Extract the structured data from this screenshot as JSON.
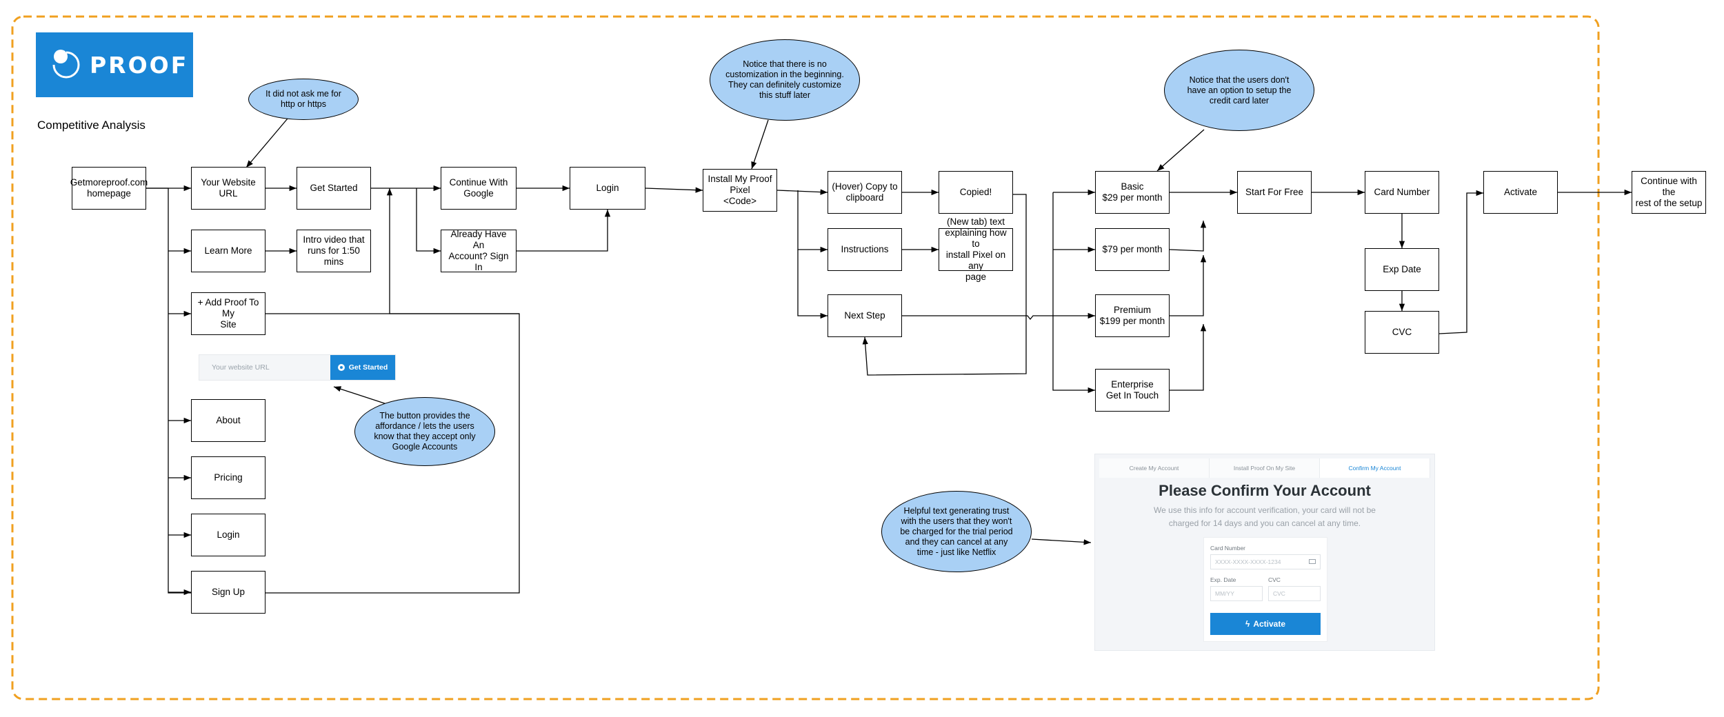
{
  "logo": {
    "text": "PROOF",
    "color": "#1a86d6"
  },
  "title": "Competitive Analysis",
  "nodes": {
    "homepage": "Getmoreproof.com\nhomepage",
    "website_url": "Your Website URL",
    "get_started": "Get Started",
    "learn_more": "Learn More",
    "intro_video": "Intro video that\nruns for 1:50 mins",
    "add_proof": "+ Add Proof To My\nSite",
    "about": "About",
    "pricing": "Pricing",
    "login_nav": "Login",
    "sign_up": "Sign Up",
    "continue_google": "Continue With\nGoogle",
    "already_account": "Already Have An\nAccount? Sign In",
    "login": "Login",
    "install_pixel": "Install My Proof\nPixel\n<Code>",
    "hover_copy": "(Hover) Copy to\nclipboard",
    "copied": "Copied!",
    "instructions": "Instructions",
    "new_tab_text": "(New tab) text\nexplaining how to\ninstall Pixel on any\npage",
    "next_step": "Next Step",
    "basic": "Basic\n$29 per month",
    "plan_79": "$79 per month",
    "premium": "Premium\n$199 per month",
    "enterprise": "Enterprise\nGet In Touch",
    "start_free": "Start For Free",
    "card_number": "Card Number",
    "exp_date": "Exp Date",
    "cvc": "CVC",
    "activate": "Activate",
    "continue_setup": "Continue with the\nrest of the setup"
  },
  "notes": {
    "http": "It did not ask me for\nhttp or https",
    "customization": "Notice that there is no\ncustomization in the beginning.\nThey can definitely customize\nthis stuff later",
    "credit_card": "Notice that the users don't\nhave an option to setup the\ncredit card later",
    "button": "The button provides the\naffordance / lets the users\nknow that they accept only\nGoogle Accounts",
    "trust": "Helpful text generating trust\nwith the users that they won't\nbe charged for the trial period\nand they can cancel at any\ntime - just like Netflix"
  },
  "search_mock": {
    "placeholder": "Your website URL",
    "button": "Get Started"
  },
  "confirm_mock": {
    "tabs": [
      "Create My Account",
      "Install Proof On My Site",
      "Confirm My Account"
    ],
    "title": "Please Confirm Your Account",
    "subtitle": "We use this info for account verification, your card will not be charged for 14 days and you can cancel at any time.",
    "card_label": "Card Number",
    "card_placeholder": "XXXX-XXXX-XXXX-1234",
    "exp_label": "Exp. Date",
    "exp_placeholder": "MM/YY",
    "cvc_label": "CVC",
    "cvc_placeholder": "CVC",
    "button": "Activate"
  },
  "colors": {
    "frame": "#f0a020",
    "bubble": "#a9d0f5",
    "accent": "#1a86d6"
  }
}
